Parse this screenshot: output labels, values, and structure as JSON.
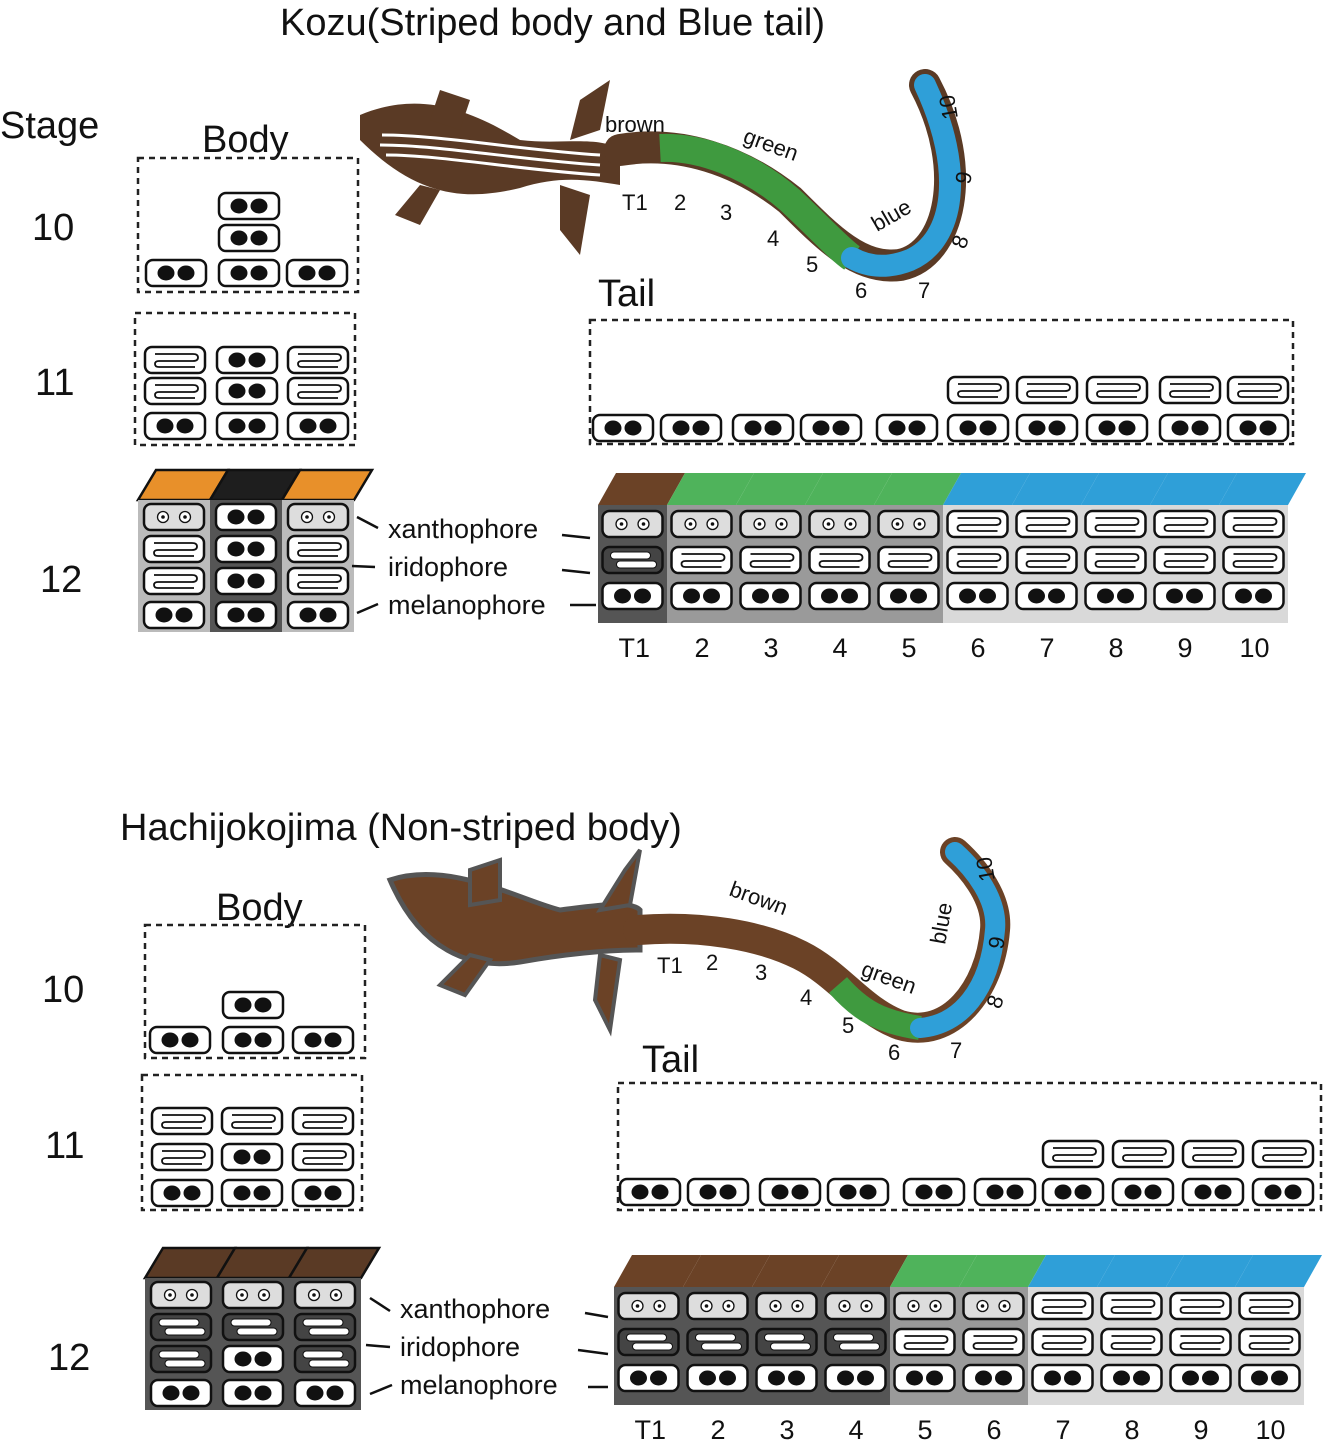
{
  "stage_header": "Stage",
  "colors": {
    "brown": "#5a3a25",
    "brown_light": "#6b4226",
    "green": "#3f9a3f",
    "green_light": "#4fb35b",
    "blue": "#2f9fd8",
    "orange": "#e8902a",
    "black": "#1e1e1e"
  },
  "kozu": {
    "title": "Kozu(Striped body and Blue tail)",
    "body_label": "Body",
    "tail_label": "Tail",
    "stages": [
      "10",
      "11",
      "12"
    ],
    "lizard_labels": {
      "brown": "brown",
      "green": "green",
      "blue": "blue",
      "segments": [
        "T1",
        "2",
        "3",
        "4",
        "5",
        "6",
        "7",
        "8",
        "9",
        "10"
      ]
    },
    "legend": [
      "xanthophore",
      "iridophore",
      "melanophore"
    ],
    "tail_segments": [
      "T1",
      "2",
      "3",
      "4",
      "5",
      "6",
      "7",
      "8",
      "9",
      "10"
    ],
    "tail_surface_colors": [
      "brown",
      "green",
      "green",
      "green",
      "green",
      "blue",
      "blue",
      "blue",
      "blue",
      "blue"
    ],
    "body_top_colors": [
      "orange",
      "black",
      "orange"
    ]
  },
  "hachijo": {
    "title": "Hachijokojima (Non-striped body)",
    "body_label": "Body",
    "tail_label": "Tail",
    "stages": [
      "10",
      "11",
      "12"
    ],
    "lizard_labels": {
      "brown": "brown",
      "green": "green",
      "blue": "blue",
      "segments": [
        "T1",
        "2",
        "3",
        "4",
        "5",
        "6",
        "7",
        "8",
        "9",
        "10"
      ]
    },
    "legend": [
      "xanthophore",
      "iridophore",
      "melanophore"
    ],
    "tail_segments": [
      "T1",
      "2",
      "3",
      "4",
      "5",
      "6",
      "7",
      "8",
      "9",
      "10"
    ],
    "tail_surface_colors": [
      "brown",
      "brown",
      "brown",
      "brown",
      "green",
      "green",
      "blue",
      "blue",
      "blue",
      "blue"
    ],
    "body_top_colors": [
      "brown",
      "brown",
      "brown"
    ]
  }
}
